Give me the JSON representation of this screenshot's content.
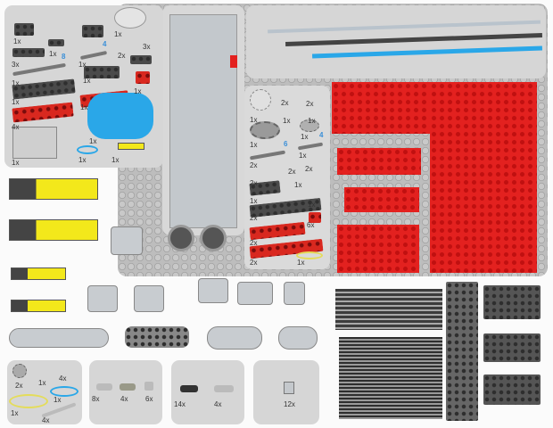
{
  "panel_top_left": {
    "labels": [
      "1x",
      "1x",
      "1x",
      "3x",
      "3x",
      "1x",
      "2x",
      "1x",
      "1x",
      "1x",
      "1x",
      "1x",
      "4x",
      "1x",
      "1x",
      "1x",
      "1x"
    ],
    "length_marks": [
      "8",
      "4"
    ]
  },
  "panel_middle": {
    "labels": [
      "1x",
      "2x",
      "2x",
      "1x",
      "1x",
      "1x",
      "1x",
      "1x",
      "2x",
      "2x",
      "2x",
      "2x",
      "1x",
      "1x",
      "1x",
      "2x",
      "6x",
      "2x",
      "2x",
      "1x"
    ],
    "length_marks": [
      "6",
      "4"
    ]
  },
  "bottom_panels": [
    {
      "labels": [
        "2x",
        "1x",
        "4x",
        "1x",
        "1x",
        "4x"
      ]
    },
    {
      "labels": [
        "8x",
        "4x",
        "6x"
      ]
    },
    {
      "labels": [
        "14x",
        "4x"
      ]
    },
    {
      "labels": [
        "12x"
      ]
    }
  ],
  "colors": {
    "red": "#e3211f",
    "yellow": "#f3e81b",
    "blue": "#2aa7e8",
    "gray": "#bdbdbd",
    "dark_gray": "#4a4a4a"
  }
}
